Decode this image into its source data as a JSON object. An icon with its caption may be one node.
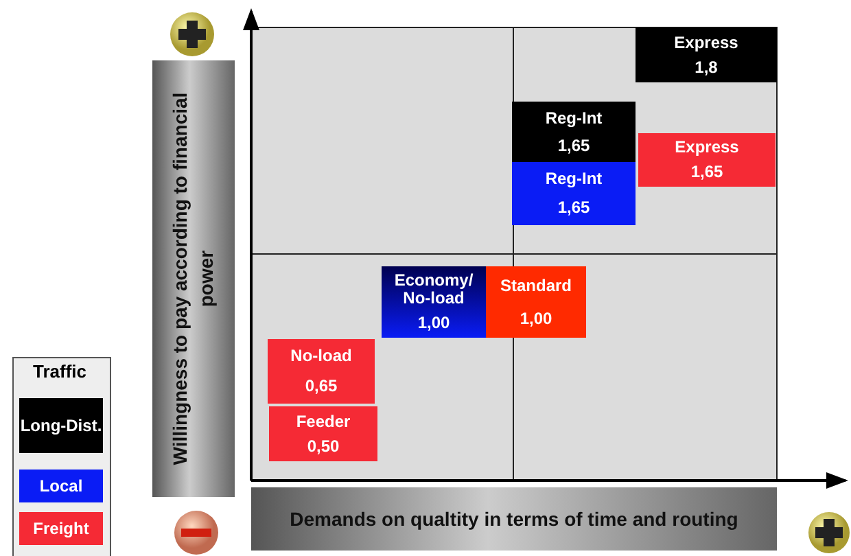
{
  "diagram": {
    "nodes": [
      {
        "text": [
          "Willingness to pay according to financial power"
        ]
      },
      {
        "text": [
          "Demands on qualtity in terms of time and routing"
        ]
      },
      {
        "text": [
          "Express",
          "1,8"
        ]
      },
      {
        "text": [
          "Reg-Int",
          "1,65"
        ]
      },
      {
        "text": [
          "Express",
          "1,65"
        ]
      },
      {
        "text": [
          "Reg-Int",
          "1,65"
        ]
      },
      {
        "text": [
          "Economy/ No-load",
          "1,00"
        ]
      },
      {
        "text": [
          "Standard",
          "1,00"
        ]
      },
      {
        "text": [
          "No-load",
          "0,65"
        ]
      },
      {
        "text": [
          "Feeder",
          "0,50"
        ]
      }
    ],
    "edges": [],
    "labels": [
      "Traffic"
    ],
    "legend": [
      {
        "text": "Long-Dist.",
        "color": "#000000"
      },
      {
        "text": "Local",
        "color": "#0a1cf5"
      },
      {
        "text": "Freight",
        "color": "#f52a35"
      }
    ]
  }
}
